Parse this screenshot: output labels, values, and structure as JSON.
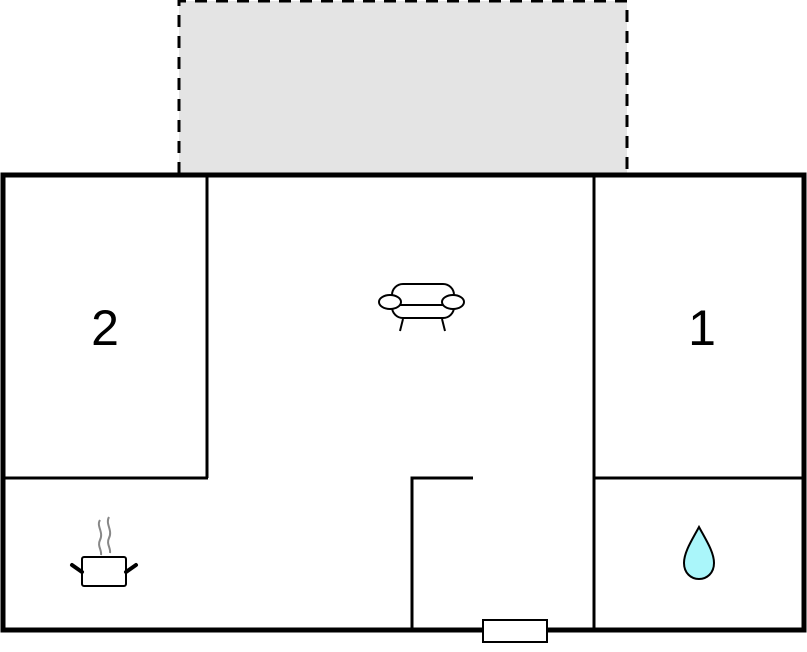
{
  "floorplan": {
    "title": "",
    "colors": {
      "wall": "#000000",
      "terrace_fill": "#e4e4e4",
      "water_fill": "#aaf6fa",
      "steam": "#888888",
      "background": "#ffffff"
    },
    "rooms": [
      {
        "id": "bedroom-2",
        "label": "2",
        "type": "bedroom"
      },
      {
        "id": "living-room",
        "label": "",
        "type": "living",
        "icon": "sofa-icon"
      },
      {
        "id": "bedroom-1",
        "label": "1",
        "type": "bedroom"
      },
      {
        "id": "kitchen",
        "label": "",
        "type": "kitchen",
        "icon": "cooking-pot-icon"
      },
      {
        "id": "hallway",
        "label": "",
        "type": "hallway"
      },
      {
        "id": "bathroom",
        "label": "",
        "type": "bathroom",
        "icon": "water-drop-icon"
      },
      {
        "id": "terrace",
        "label": "",
        "type": "terrace",
        "style": "dashed-outline"
      }
    ],
    "entrance": {
      "type": "door",
      "position": "bottom"
    }
  }
}
